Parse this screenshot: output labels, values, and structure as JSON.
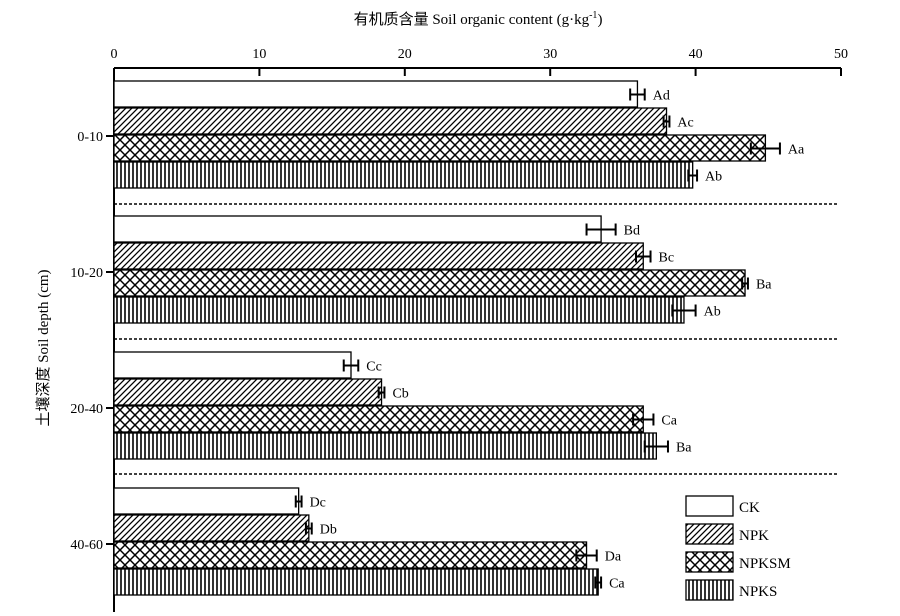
{
  "chart_data": {
    "type": "bar",
    "orientation": "horizontal",
    "title": "有机质含量 Soil organic content (g·kg",
    "title_superscript": "-1",
    "xlabel": "有机质含量 Soil organic content (g·kg",
    "ylabel": "土壤深度 Soil depth (cm)",
    "xlim": [
      0,
      50
    ],
    "xticks": [
      0,
      10,
      20,
      30,
      40,
      50
    ],
    "x_axis_position": "top",
    "grid": false,
    "legend_position": "bottom-right",
    "categories": [
      "0-10",
      "10-20",
      "20-40",
      "40-60"
    ],
    "series": [
      {
        "name": "CK",
        "pattern": "none",
        "values": [
          36.0,
          33.5,
          16.3,
          12.7
        ],
        "errors": [
          0.5,
          1.0,
          0.5,
          0.2
        ],
        "labels": [
          "Ad",
          "Bd",
          "Cc",
          "Dc"
        ]
      },
      {
        "name": "NPK",
        "pattern": "diagonal",
        "values": [
          38.0,
          36.4,
          18.4,
          13.4
        ],
        "errors": [
          0.2,
          0.5,
          0.2,
          0.2
        ],
        "labels": [
          "Ac",
          "Bc",
          "Cb",
          "Db"
        ]
      },
      {
        "name": "NPKSM",
        "pattern": "crosshatch",
        "values": [
          44.8,
          43.4,
          36.4,
          32.5
        ],
        "errors": [
          1.0,
          0.2,
          0.7,
          0.7
        ],
        "labels": [
          "Aa",
          "Ba",
          "Ca",
          "Da"
        ]
      },
      {
        "name": "NPKS",
        "pattern": "vertical",
        "values": [
          39.8,
          39.2,
          37.3,
          33.3
        ],
        "errors": [
          0.3,
          0.8,
          0.8,
          0.2
        ],
        "labels": [
          "Ab",
          "Ab",
          "Ba",
          "Ca"
        ]
      }
    ]
  }
}
